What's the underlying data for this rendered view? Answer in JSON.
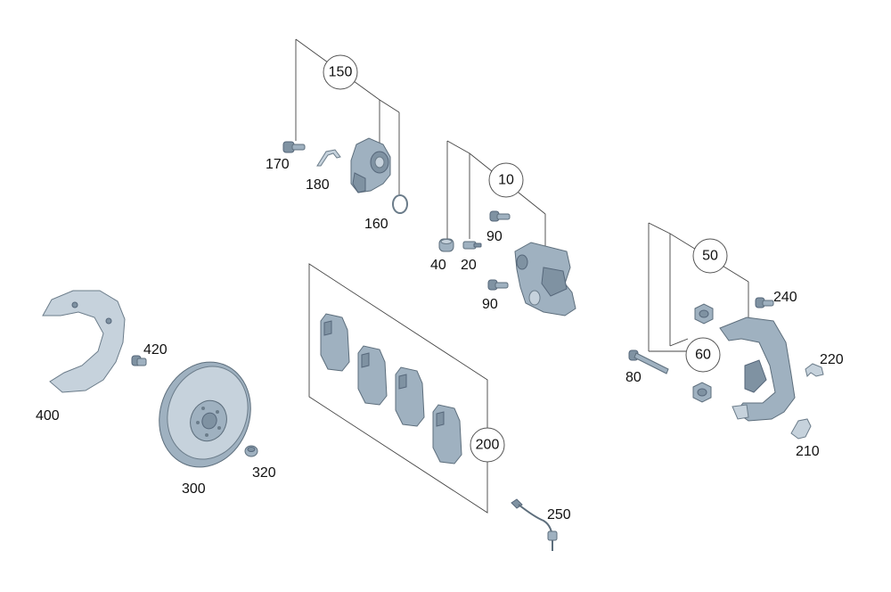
{
  "callouts": {
    "c10": "10",
    "c20": "20",
    "c40": "40",
    "c50": "50",
    "c60": "60",
    "c80": "80",
    "c90a": "90",
    "c90b": "90",
    "c150": "150",
    "c160": "160",
    "c170": "170",
    "c180": "180",
    "c200": "200",
    "c210": "210",
    "c220": "220",
    "c240": "240",
    "c250": "250",
    "c300": "300",
    "c320": "320",
    "c400": "400",
    "c420": "420"
  },
  "colors": {
    "part_fill": "#9fb1c0",
    "part_dark": "#7f92a2",
    "part_light": "#c6d2dc",
    "line": "#444444"
  }
}
